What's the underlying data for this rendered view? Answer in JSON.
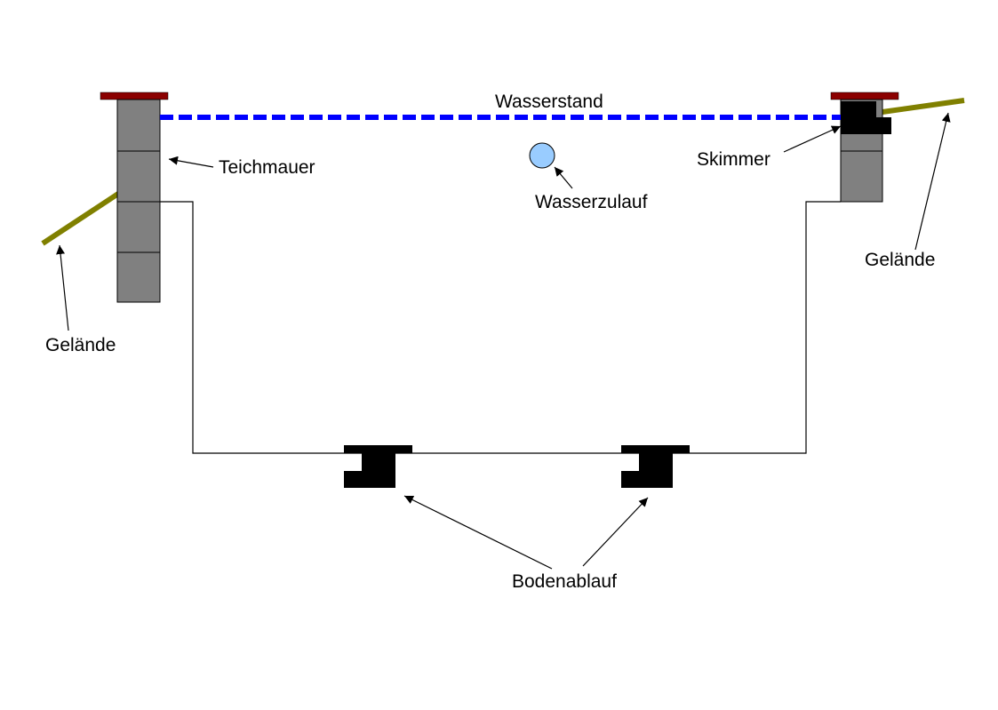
{
  "labels": {
    "wasserstand": "Wasserstand",
    "teichmauer": "Teichmauer",
    "skimmer": "Skimmer",
    "wasserzulauf": "Wasserzulauf",
    "gelaende_left": "Gelände",
    "gelaende_right": "Gelände",
    "bodenablauf": "Bodenablauf"
  },
  "colors": {
    "water_line": "#0000ff",
    "wall_block": "#808080",
    "wall_cap": "#8b0000",
    "terrain": "#808000",
    "inlet": "#99ccff",
    "drain": "#000000",
    "outline": "#000000"
  }
}
